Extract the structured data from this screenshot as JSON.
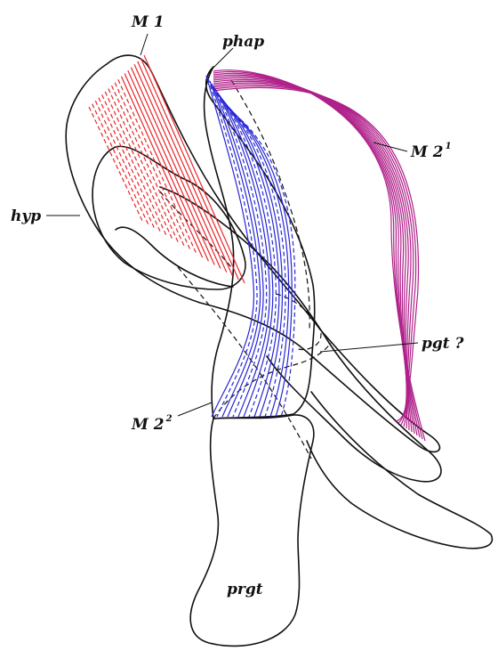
{
  "labels": {
    "m1": "M 1",
    "phap": "phap",
    "m2_1": "M 2",
    "m2_1_sup": "1",
    "hyp": "hyp",
    "pgt": "pgt ?",
    "m2_2": "M 2",
    "m2_2_sup": "2",
    "prgt": "prgt"
  },
  "colors": {
    "outline": "#111111",
    "m1_muscle": "#e8262b",
    "m2_1_muscle": "#b0208a",
    "m2_2_muscle": "#2626d6"
  }
}
